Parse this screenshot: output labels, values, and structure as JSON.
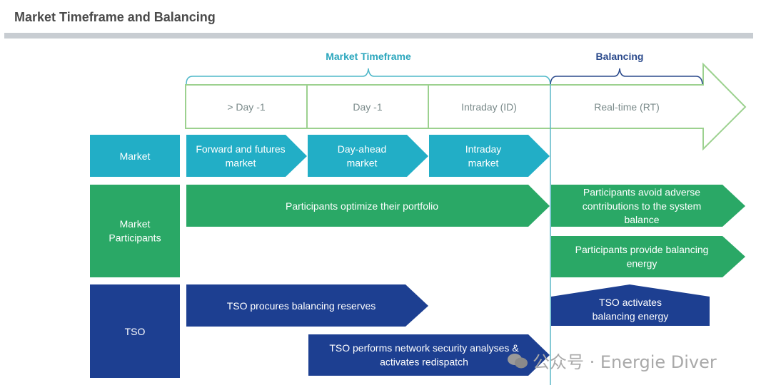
{
  "header": {
    "title": "Market Timeframe and Balancing"
  },
  "colors": {
    "market": "#22aec6",
    "participants": "#2aa866",
    "tso": "#1d3f91",
    "timeline_outline": "#9cd18f",
    "market_timeframe_brace": "#4fb8c9",
    "balancing_brace": "#2b4a8c",
    "divider": "#5bb7c7"
  },
  "phases": {
    "market_timeframe_label": "Market Timeframe",
    "balancing_label": "Balancing",
    "columns": [
      "> Day -1",
      "Day -1",
      "Intraday (ID)",
      "Real-time (RT)"
    ]
  },
  "rows": {
    "market": {
      "label": "Market",
      "items": [
        "Forward and futures\nmarket",
        "Day-ahead\nmarket",
        "Intraday\nmarket"
      ]
    },
    "participants": {
      "label": "Market\nParticipants",
      "items": [
        "Participants optimize their portfolio",
        "Participants avoid adverse\ncontributions to the system\nbalance",
        "Participants provide balancing\nenergy"
      ]
    },
    "tso": {
      "label": "TSO",
      "items": [
        "TSO procures balancing reserves",
        "TSO performs network security analyses &\nactivates redispatch",
        "TSO activates\nbalancing energy"
      ]
    }
  },
  "watermark": {
    "text": "公众号 · Energie Diver",
    "icon": "wechat-icon"
  }
}
